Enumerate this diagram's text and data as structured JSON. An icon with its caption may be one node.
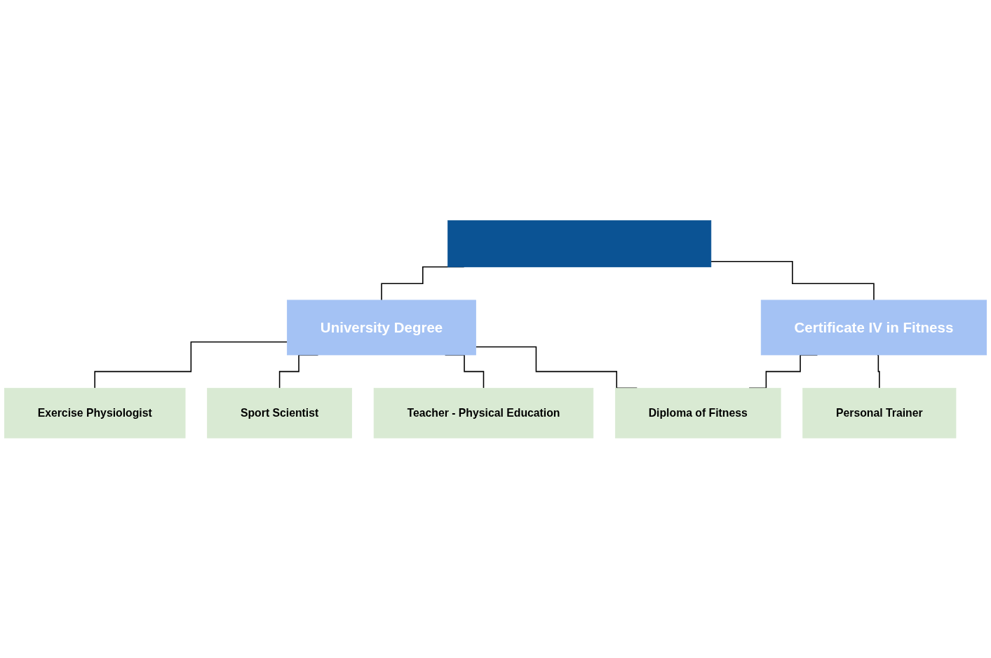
{
  "diagram": {
    "nodes": [
      {
        "text": [],
        "shape": "bar"
      },
      {
        "text": [
          "University Degree"
        ]
      },
      {
        "text": [
          "Certificate IV in Fitness"
        ]
      },
      {
        "text": [
          "Exercise Physiologist"
        ]
      },
      {
        "text": [
          "Sport Scientist"
        ]
      },
      {
        "text": [
          "Teacher - Physical Education"
        ]
      },
      {
        "text": [
          "Diploma of Fitness"
        ]
      },
      {
        "text": [
          "Personal Trainer"
        ]
      }
    ],
    "edges": [
      {
        "from": 0,
        "to": 1,
        "arrow": "none"
      },
      {
        "from": 0,
        "to": 2,
        "arrow": "none"
      },
      {
        "from": 1,
        "to": 3,
        "arrow": "none"
      },
      {
        "from": 1,
        "to": 4,
        "arrow": "none"
      },
      {
        "from": 1,
        "to": 5,
        "arrow": "none"
      },
      {
        "from": 1,
        "to": 6,
        "arrow": "none"
      },
      {
        "from": 2,
        "to": 6,
        "arrow": "none"
      },
      {
        "from": 2,
        "to": 7,
        "arrow": "none"
      }
    ]
  }
}
